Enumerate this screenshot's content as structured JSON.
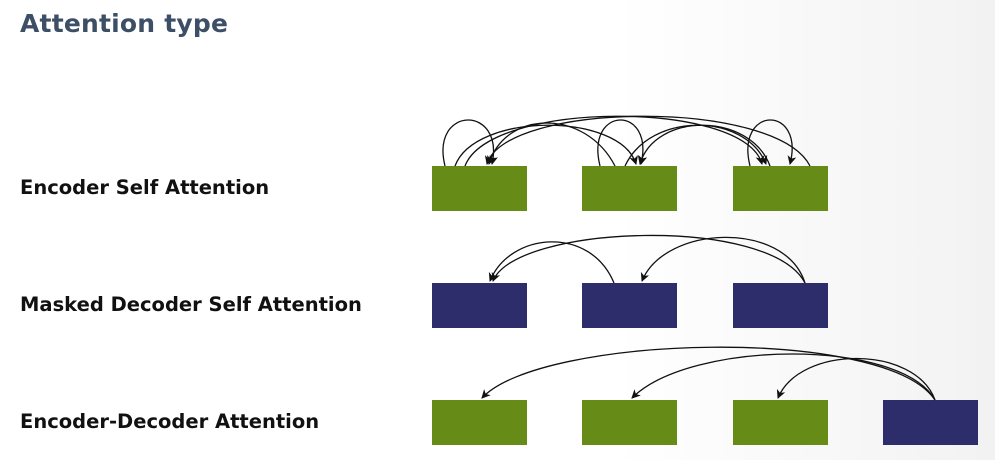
{
  "title": "Attention type",
  "colors": {
    "encoder_block": "#668b17",
    "decoder_block": "#2e2d6b",
    "title_text": "#3d4f66",
    "arrow": "#111111"
  },
  "rows": [
    {
      "label": "Encoder Self Attention",
      "blocks": [
        "encoder",
        "encoder",
        "encoder"
      ]
    },
    {
      "label": "Masked Decoder Self Attention",
      "blocks": [
        "decoder",
        "decoder",
        "decoder"
      ]
    },
    {
      "label": "Encoder-Decoder Attention",
      "blocks": [
        "encoder",
        "encoder",
        "encoder",
        "decoder"
      ]
    }
  ]
}
